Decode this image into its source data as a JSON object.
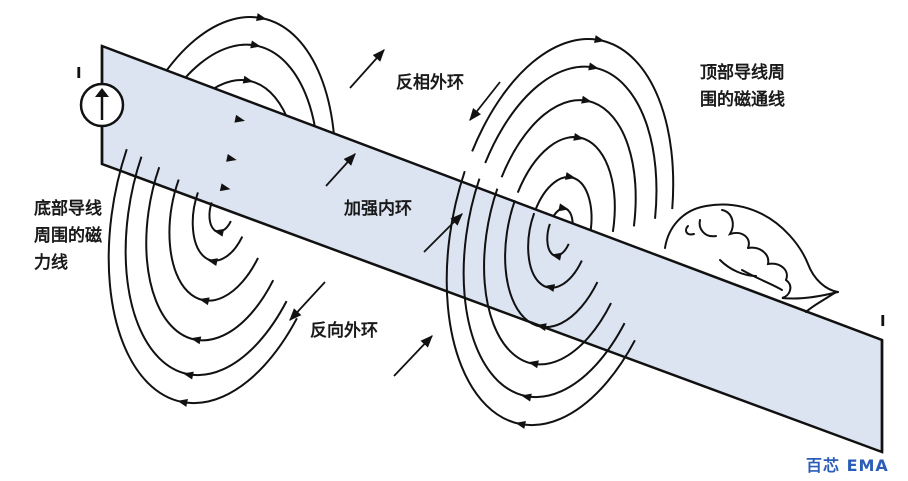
{
  "labels": {
    "reverse_outer_top": "反相外环",
    "top_wire_flux": "顶部导线周\n围的磁通线",
    "bottom_wire_flux": "底部导线\n周围的磁\n力线",
    "reinforced_inner": "加强内环",
    "reverse_outer_bottom": "反向外环",
    "current_left": "I",
    "current_right": "I"
  },
  "watermark": "百芯 EMA",
  "colors": {
    "plate_fill": "#dde4f1",
    "line": "#111111",
    "watermark": "#2a5cb8"
  }
}
